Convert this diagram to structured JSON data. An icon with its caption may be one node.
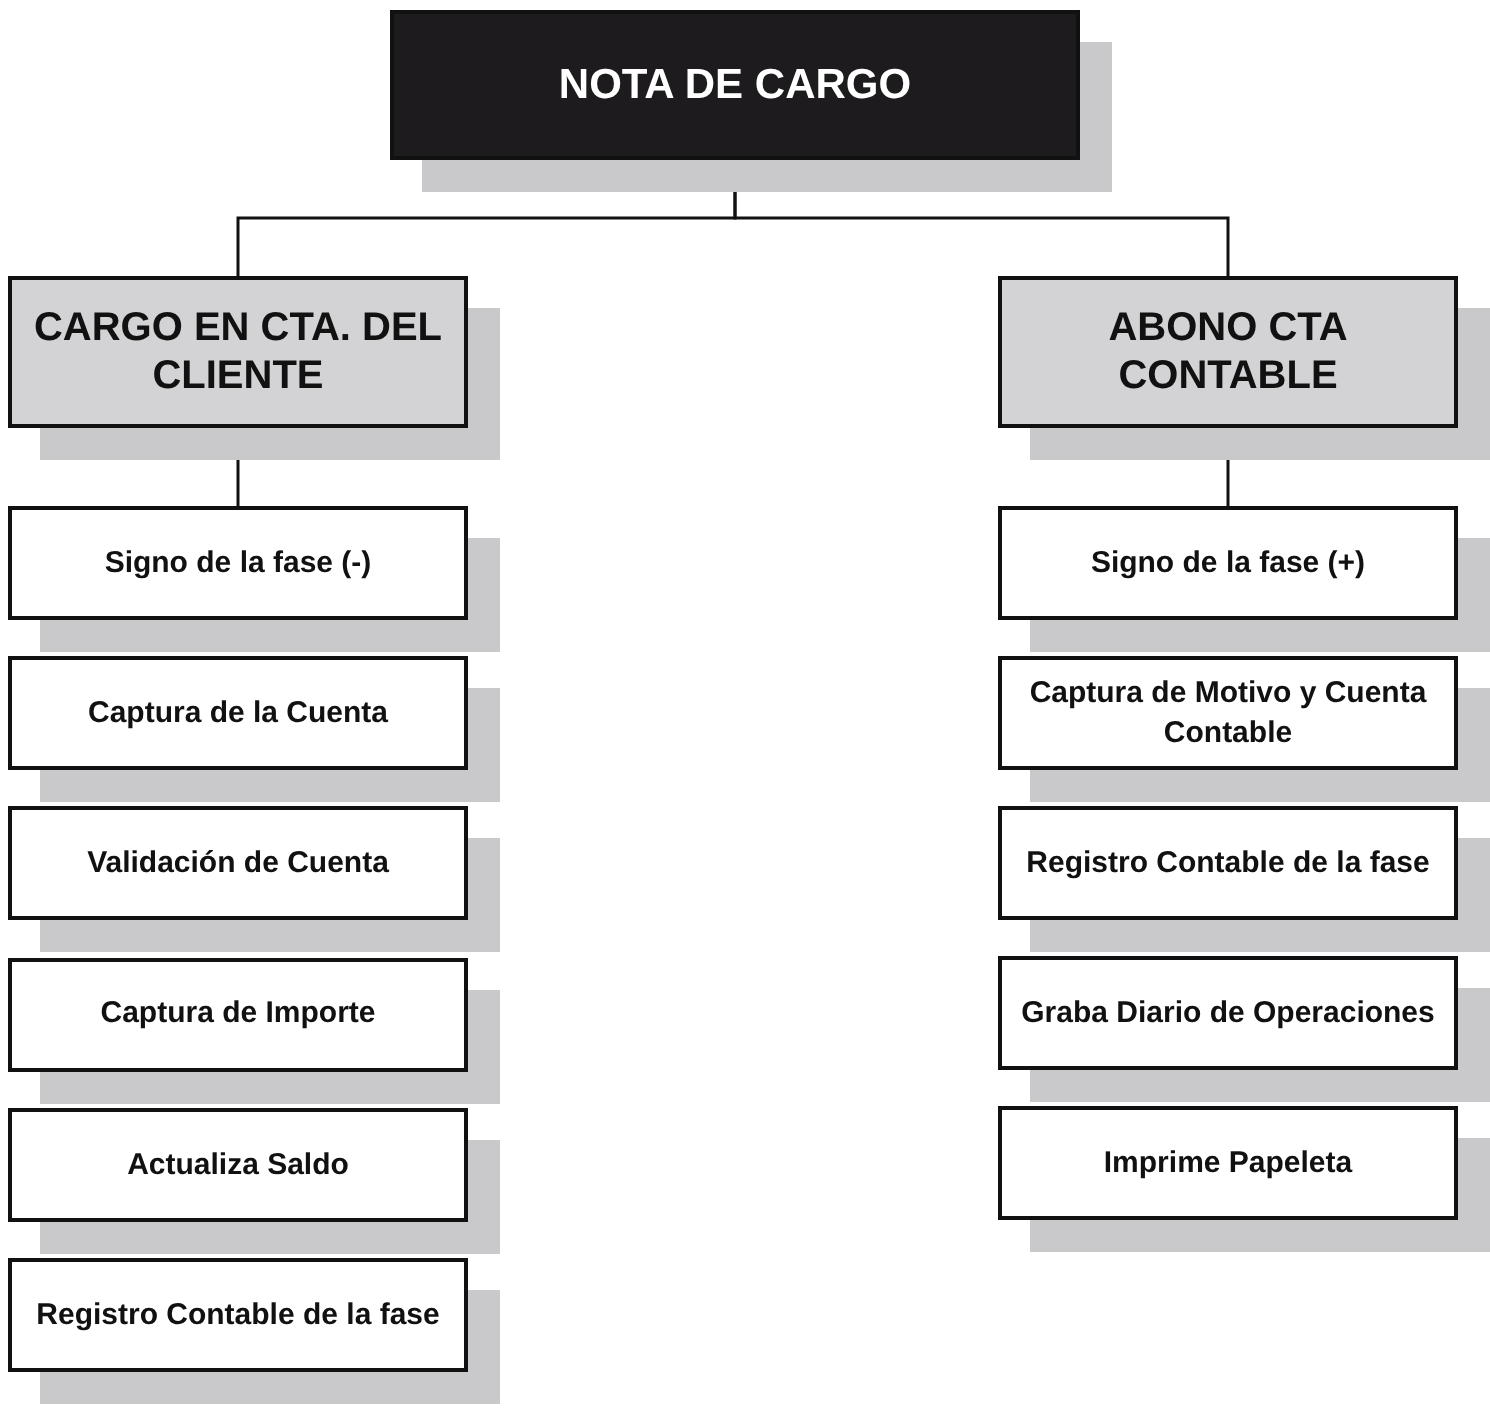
{
  "diagram": {
    "nodes": [
      {
        "text": [
          "NOTA DE CARGO"
        ]
      },
      {
        "text": [
          "CARGO EN CTA. DEL CLIENTE"
        ]
      },
      {
        "text": [
          "ABONO CTA CONTABLE"
        ]
      },
      {
        "text": [
          "Signo de la fase (-)"
        ]
      },
      {
        "text": [
          "Captura de la Cuenta"
        ]
      },
      {
        "text": [
          "Validación de Cuenta"
        ]
      },
      {
        "text": [
          "Captura de Importe"
        ]
      },
      {
        "text": [
          "Actualiza Saldo"
        ]
      },
      {
        "text": [
          "Registro Contable de la fase"
        ]
      },
      {
        "text": [
          "Signo de la fase (+)"
        ]
      },
      {
        "text": [
          "Captura de Motivo y Cuenta Contable"
        ]
      },
      {
        "text": [
          "Registro Contable de la fase"
        ]
      },
      {
        "text": [
          "Graba Diario de Operaciones"
        ]
      },
      {
        "text": [
          "Imprime Papeleta"
        ]
      }
    ],
    "edges": [
      {
        "from": 0,
        "to": 1,
        "arrow": "none"
      },
      {
        "from": 0,
        "to": 2,
        "arrow": "none"
      },
      {
        "from": 1,
        "to": 3,
        "arrow": "none"
      },
      {
        "from": 2,
        "to": 9,
        "arrow": "none"
      }
    ]
  }
}
